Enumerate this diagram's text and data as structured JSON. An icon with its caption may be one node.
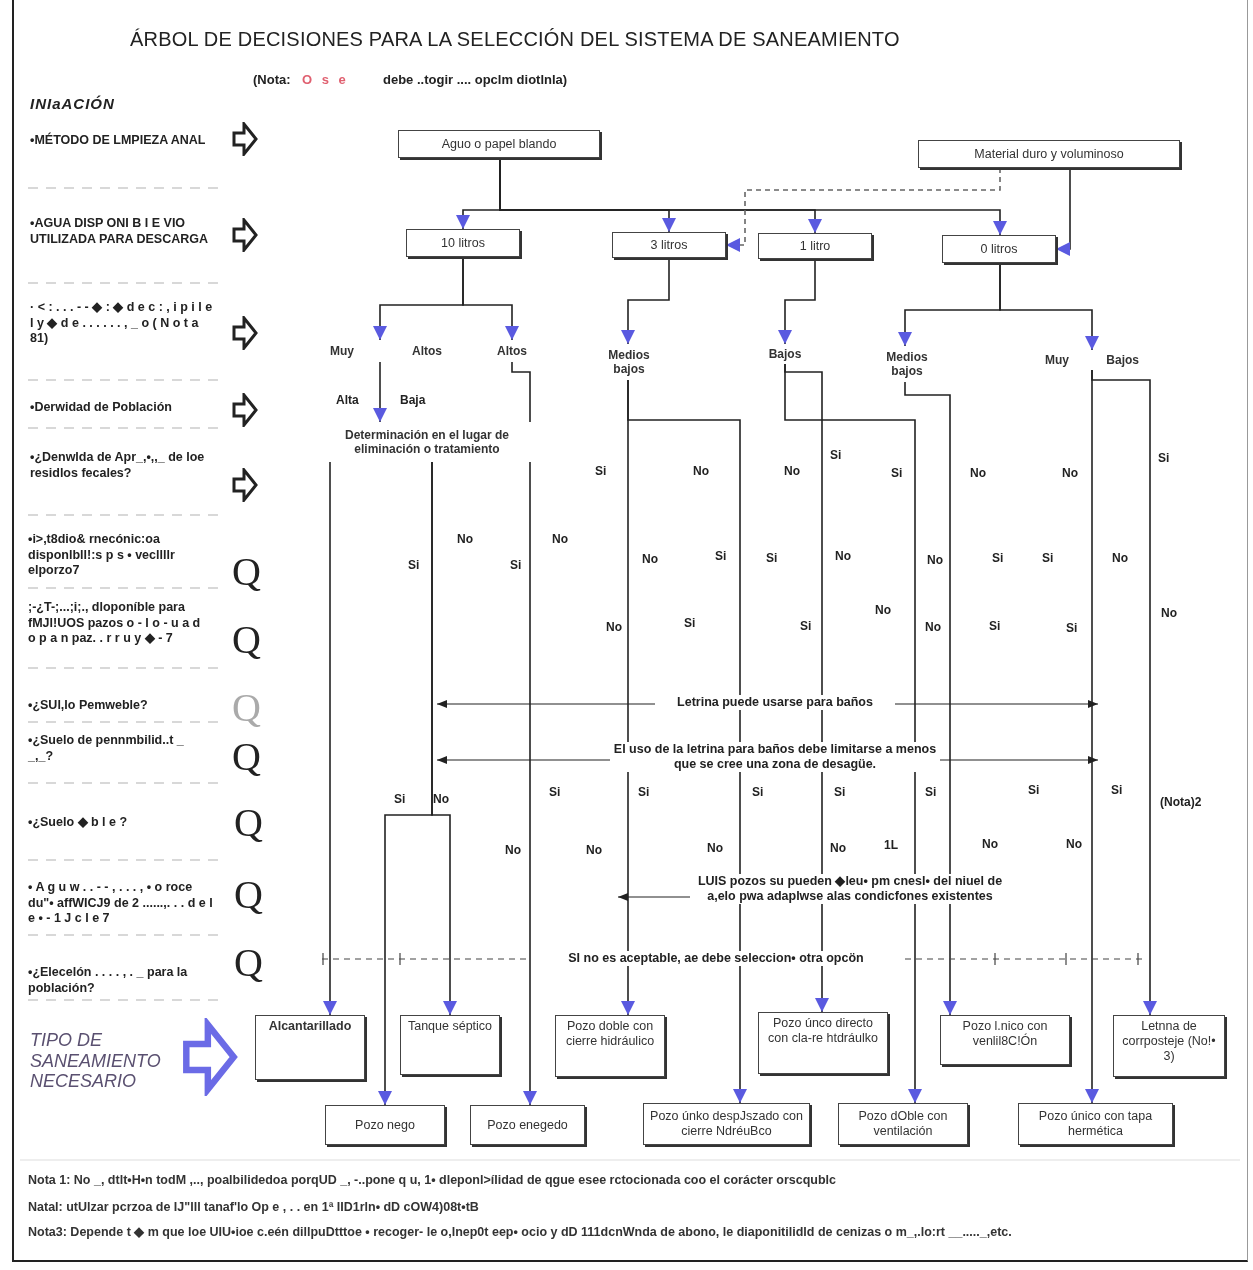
{
  "diagram": {
    "title": "ÁRBOL DE DECISIONES PARA LA SELECCIÓN DEL SISTEMA DE SANEAMIENTO",
    "nodes": [
      {
        "text": [
          "Aguo o papel blando"
        ]
      },
      {
        "text": [
          "Material duro y voluminoso"
        ]
      },
      {
        "text": [
          "10 litros"
        ]
      },
      {
        "text": [
          "3 litros"
        ]
      },
      {
        "text": [
          "1 litro"
        ]
      },
      {
        "text": [
          "0 litros"
        ]
      },
      {
        "text": [
          "Muy",
          "Altos"
        ]
      },
      {
        "text": [
          "Altos"
        ]
      },
      {
        "text": [
          "Medios bajos"
        ]
      },
      {
        "text": [
          "Bajos"
        ]
      },
      {
        "text": [
          "Medios bajos"
        ]
      },
      {
        "text": [
          "Muy",
          "Bajos"
        ]
      },
      {
        "text": [
          "Determinación en el lugar de eliminación o tratamiento"
        ]
      },
      {
        "text": [
          "Alcantarillado"
        ]
      },
      {
        "text": [
          "Tanque séptico"
        ]
      },
      {
        "text": [
          "Pozo doble con cierre hidráulico"
        ]
      },
      {
        "text": [
          "Pozo únco directo con cla-re htdráulko"
        ]
      },
      {
        "text": [
          "Pozo l.nico con venlil8C!Ón"
        ]
      },
      {
        "text": [
          "Letnna de corrposteje (No!• 3)"
        ]
      },
      {
        "text": [
          "Pozo nego"
        ]
      },
      {
        "text": [
          "Pozo enegedo"
        ]
      },
      {
        "text": [
          "Pozo únko despJszado con cierre NdréuBco"
        ]
      },
      {
        "text": [
          "Pozo dOble con ventilación"
        ]
      },
      {
        "text": [
          "Pozo único con tapa hermética"
        ]
      }
    ],
    "edges": [
      {
        "from": 0,
        "to": 2,
        "arrow": "to"
      },
      {
        "from": 0,
        "to": 3,
        "arrow": "to"
      },
      {
        "from": 0,
        "to": 4,
        "arrow": "to"
      },
      {
        "from": 0,
        "to": 5,
        "arrow": "to"
      },
      {
        "from": 1,
        "to": 5,
        "arrow": "to"
      },
      {
        "from": 1,
        "to": 3,
        "arrow": "to",
        "style": "dashed"
      },
      {
        "from": 2,
        "to": 6,
        "arrow": "to"
      },
      {
        "from": 2,
        "to": 7,
        "arrow": "to"
      },
      {
        "from": 3,
        "to": 8,
        "arrow": "to"
      },
      {
        "from": 4,
        "to": 9,
        "arrow": "to"
      },
      {
        "from": 5,
        "to": 10,
        "arrow": "to"
      },
      {
        "from": 5,
        "to": 11,
        "arrow": "to"
      },
      {
        "from": 6,
        "to": 12,
        "arrow": "to"
      },
      {
        "from": 12,
        "to": 13,
        "arrow": "to"
      },
      {
        "from": 12,
        "to": 14,
        "arrow": "to"
      },
      {
        "from": 12,
        "to": 19,
        "arrow": "to"
      },
      {
        "from": 7,
        "to": 20,
        "arrow": "to"
      },
      {
        "from": 8,
        "to": 15,
        "arrow": "to"
      },
      {
        "from": 8,
        "to": 21,
        "arrow": "to"
      },
      {
        "from": 9,
        "to": 16,
        "arrow": "to"
      },
      {
        "from": 9,
        "to": 22,
        "arrow": "to"
      },
      {
        "from": 10,
        "to": 17,
        "arrow": "to"
      },
      {
        "from": 11,
        "to": 23,
        "arrow": "to"
      },
      {
        "from": 11,
        "to": 18,
        "arrow": "to"
      }
    ],
    "labels": [
      "(Nota:",
      "O s e",
      "debe ..togir .... opclm diotlnla)",
      "INIaACIÓN",
      "•MÉTODO DE LMPIEZA ANAL",
      "•AGUA DISP ONI B I E VIO UTILIZADA PARA DESCARGA",
      "· < : . . . - - ◆ : ◆ d e c : , i p i l e l y ◆ d e . . . . . . , _ o ( N o t a 81)",
      "•Derwidad de Población",
      "•¿Denwlda de Apr_,•,,_ de loe residlos fecales?",
      "•i>,t8dio& rnecónic:oa disponlbll!:s p s • vecllllr elporzo7",
      ";-¿T-;...;i;., dloponíble para fMJl!UOS pazos o - l o - u a d o p a n paz. . r r u y ◆ - 7",
      "•¿SUl,lo Pemweble?",
      "•¿Suelo de pennmbilid..t _ _,_?",
      "•¿Suelo ◆ b l e ?",
      "• A g u w . . - - , . . . , • o roce du\"• affWICJ9 de 2 ......,. . . d e l e • - 1 J c l e 7",
      "•¿Elecelón . . . . , . _ para la población?",
      "Q",
      "Q",
      "Q",
      "Q",
      "Q",
      "Q",
      "Q",
      "TIPO DE SANEAMIENTO NECESARIO",
      "Alta",
      "Baja",
      "Si",
      "No",
      "Si",
      "No",
      "Si",
      "No",
      "No",
      "Si",
      "Si",
      "No",
      "No",
      "Si",
      "No",
      "Si",
      "Si",
      "No",
      "No",
      "Si",
      "Si",
      "No",
      "No",
      "Si",
      "Si",
      "No",
      "No",
      "Si",
      "Si",
      "No",
      "Letrina puede usarse para baños",
      "El uso de la letrina para baños debe limitarse a menos que se cree una zona de desagüe.",
      "Si",
      "No",
      "Si",
      "Si",
      "Si",
      "Si",
      "Si",
      "Si",
      "Si",
      "(Nota)2",
      "No",
      "No",
      "No",
      "No",
      "1L",
      "No",
      "No",
      "LUIS pozos su pueden ◆leu• pm cnesl• del niuel de a,elo pwa adaplwse alas condicfones existentes",
      "SI no es aceptable, ae debe seleccion• otra opcön",
      "Nota 1: No _, dtlt•H•n todM ,.., poalbilidedoa porqUD _, -..pone q u, 1• dleponl>ílidad de qgue esee rctocionada coo el corácter orscqublc",
      "Natal: utUlzar pcrzoa de IJ\"lll tanaf'lo Op e , . . en 1ª IID1rln• dD cOW4)08t•tB",
      "Nota3: Depende t ◆ m que loe UIU•ioe c.eén dillpuDtttoe • recoger- le o,lnep0t eep• ocio y dD 111dcnWnda de abono, le diaponitilidld de cenizas o m_,.lo:rt __....._,etc."
    ]
  }
}
